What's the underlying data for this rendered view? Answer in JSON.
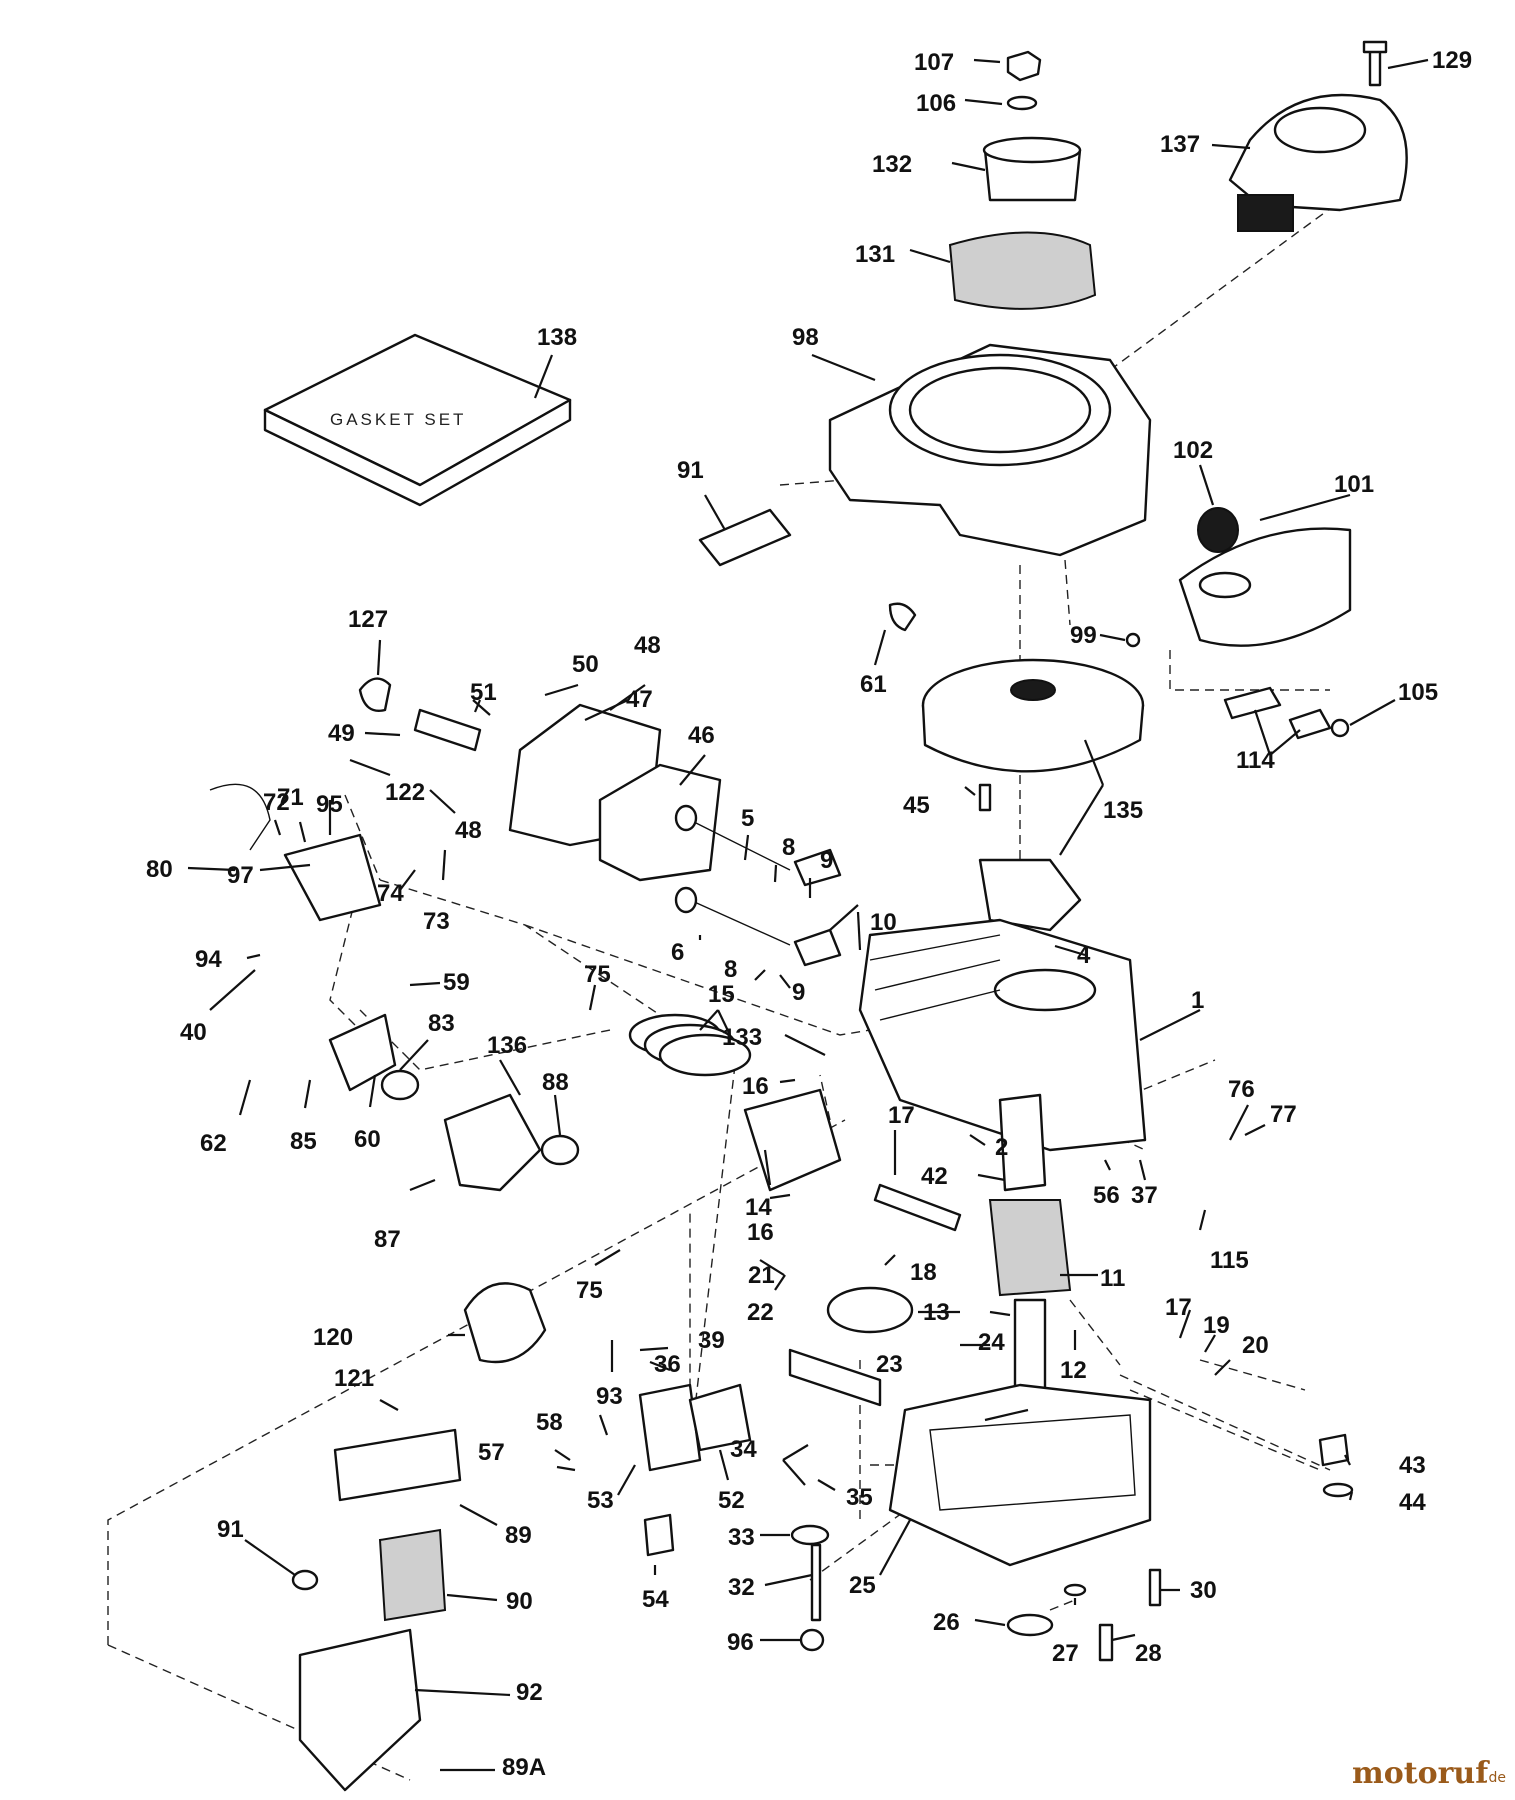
{
  "diagram": {
    "kit_label": "GASKET SET",
    "watermark": {
      "main": "motoruf",
      "suffix": ".de"
    },
    "labels": [
      "107",
      "106",
      "132",
      "131",
      "129",
      "137",
      "138",
      "98",
      "91",
      "102",
      "101",
      "99",
      "61",
      "127",
      "50",
      "48",
      "51",
      "47",
      "46",
      "49",
      "122",
      "48",
      "72",
      "71",
      "95",
      "80",
      "97",
      "74",
      "73",
      "94",
      "40",
      "5",
      "8",
      "9",
      "6",
      "8",
      "10",
      "9",
      "135",
      "45",
      "105",
      "114",
      "4",
      "1",
      "59",
      "75",
      "15",
      "133",
      "83",
      "136",
      "88",
      "62",
      "85",
      "60",
      "87",
      "16",
      "14",
      "16",
      "2",
      "17",
      "42",
      "76",
      "77",
      "56",
      "37",
      "115",
      "75",
      "21",
      "18",
      "39",
      "22",
      "11",
      "13",
      "17",
      "19",
      "20",
      "12",
      "36",
      "120",
      "93",
      "23",
      "24",
      "121",
      "58",
      "34",
      "35",
      "43",
      "57",
      "44",
      "53",
      "52",
      "89",
      "33",
      "91",
      "90",
      "30",
      "25",
      "54",
      "32",
      "26",
      "27",
      "28",
      "96",
      "92",
      "89A"
    ]
  }
}
